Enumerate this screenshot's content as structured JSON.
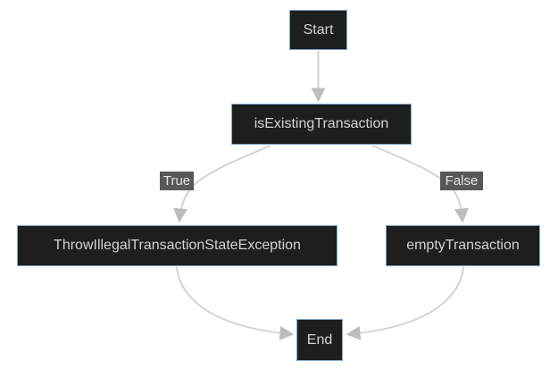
{
  "diagram": {
    "type": "flowchart",
    "direction": "top-down",
    "nodes": {
      "start": {
        "label": "Start"
      },
      "decision": {
        "label": "isExistingTransaction"
      },
      "throw": {
        "label": "ThrowIllegalTransactionStateException"
      },
      "empty": {
        "label": "emptyTransaction"
      },
      "end": {
        "label": "End"
      }
    },
    "edges": [
      {
        "from": "Start",
        "to": "isExistingTransaction",
        "label": ""
      },
      {
        "from": "isExistingTransaction",
        "to": "ThrowIllegalTransactionStateException",
        "label": "True"
      },
      {
        "from": "isExistingTransaction",
        "to": "emptyTransaction",
        "label": "False"
      },
      {
        "from": "ThrowIllegalTransactionStateException",
        "to": "End",
        "label": ""
      },
      {
        "from": "emptyTransaction",
        "to": "End",
        "label": ""
      }
    ]
  },
  "colors": {
    "background": "#ffffff",
    "node_fill": "#1e1e1e",
    "node_border": "#84a8cd",
    "node_text": "#d3d3d3",
    "edge_line": "#d3d3d3",
    "arrowhead": "#bdbdbd",
    "edge_label_bg": "#585858",
    "edge_label_text": "#e6e6e6"
  }
}
